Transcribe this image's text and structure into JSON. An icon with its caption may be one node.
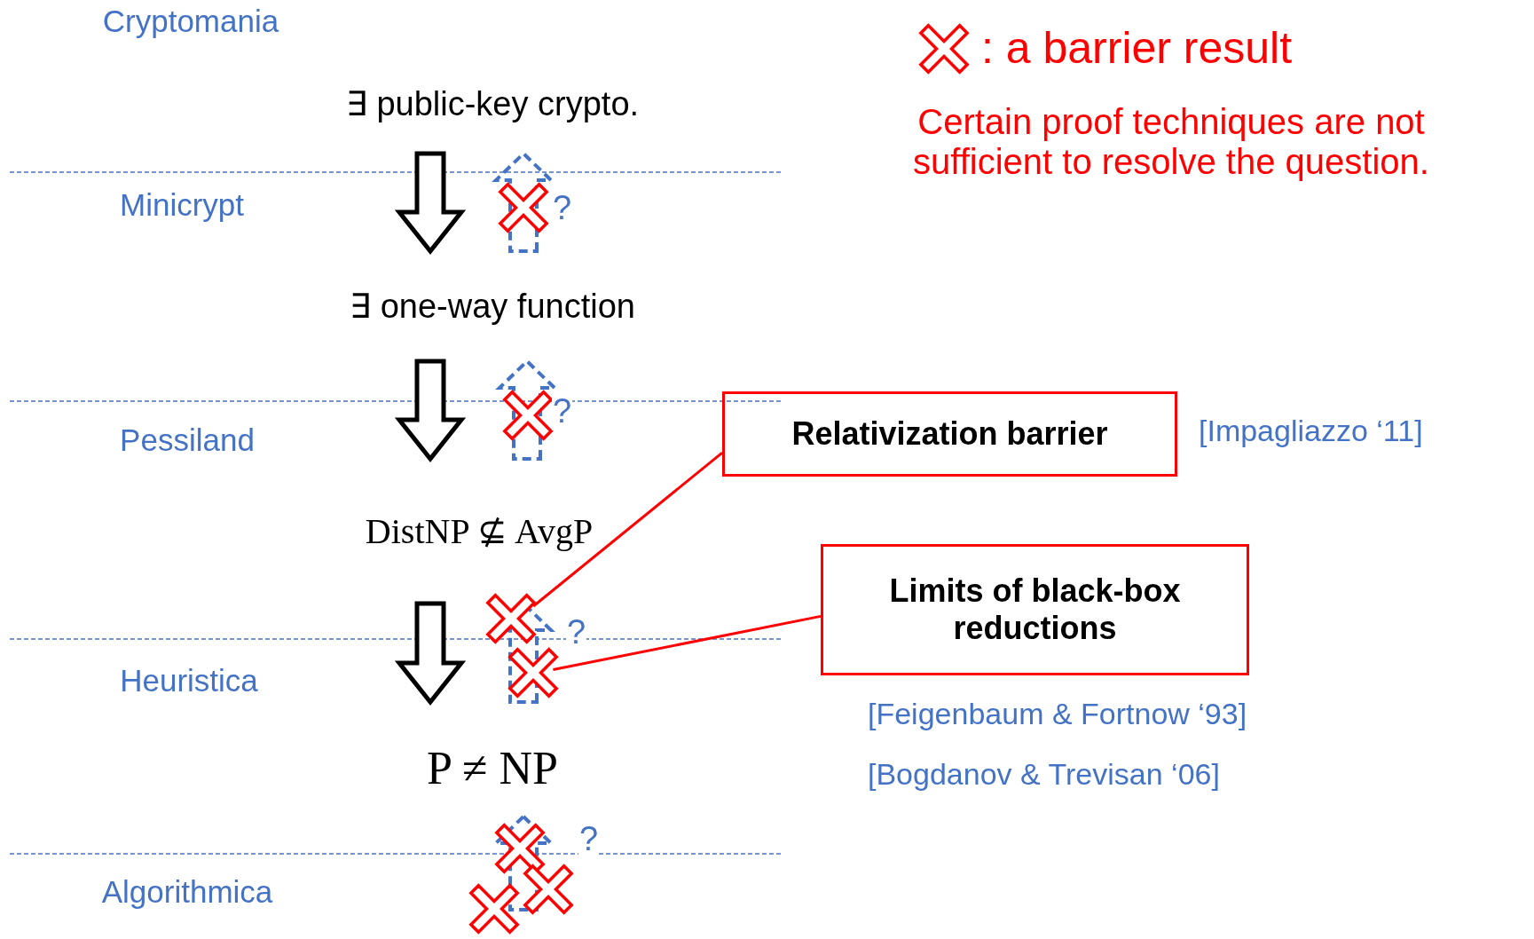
{
  "diagram": {
    "nodes": [
      {
        "text": [
          "∃ public-key crypto."
        ]
      },
      {
        "text": [
          "∃ one-way function"
        ]
      },
      {
        "text": [
          "DistNP ⊈ AvgP"
        ]
      },
      {
        "text": [
          "P ≠ NP"
        ]
      },
      {
        "text": [
          "Relativization barrier"
        ],
        "beside": [
          "[Impagliazzo ‘11]"
        ]
      },
      {
        "text": [
          "Limits of black-box reductions"
        ],
        "beside": [
          "[Feigenbaum & Fortnow ‘93]",
          "[Bogdanov & Trevisan ‘06]"
        ]
      },
      {
        "text": [],
        "shape": "cross"
      },
      {
        "text": [],
        "shape": "cross"
      }
    ],
    "edges": [
      {
        "from": 0,
        "to": 1,
        "arrow": "to",
        "style": "thick"
      },
      {
        "from": 1,
        "to": 2,
        "arrow": "to",
        "style": "thick"
      },
      {
        "from": 2,
        "to": 3,
        "arrow": "to",
        "style": "thick"
      },
      {
        "from": 1,
        "to": 0,
        "arrow": "to",
        "style": "dashed",
        "color": "#4472c4",
        "label": "?"
      },
      {
        "from": 2,
        "to": 1,
        "arrow": "to",
        "style": "dashed",
        "color": "#4472c4",
        "label": "?"
      },
      {
        "from": 3,
        "to": 2,
        "arrow": "to",
        "style": "dashed",
        "color": "#4472c4",
        "label": "?"
      },
      {
        "from": null,
        "to": 3,
        "arrow": "to",
        "style": "dashed",
        "color": "#4472c4",
        "label": "?"
      },
      {
        "from": 4,
        "to": 6,
        "arrow": "none",
        "color": "#ff0000"
      },
      {
        "from": 5,
        "to": 7,
        "arrow": "none",
        "color": "#ff0000"
      }
    ],
    "labels": [
      "Cryptomania",
      "Minicrypt",
      "Pessiland",
      "Heuristica",
      "Algorithmica",
      "Certain proof techniques are not sufficient to resolve the question."
    ],
    "legend": [
      {
        "text": ": a barrier result"
      }
    ]
  }
}
